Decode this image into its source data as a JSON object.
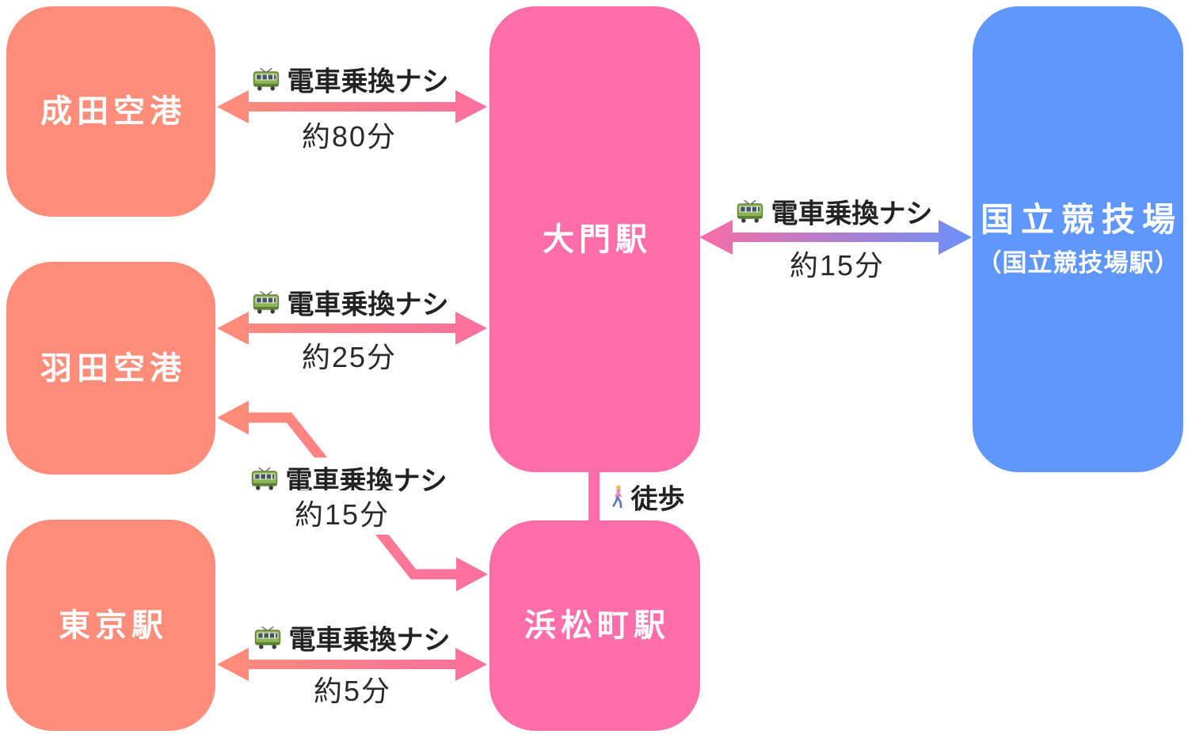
{
  "stations": {
    "narita": {
      "label": "成田空港"
    },
    "haneda": {
      "label": "羽田空港"
    },
    "tokyo": {
      "label": "東京駅"
    },
    "daimon": {
      "label": "大門駅"
    },
    "hamamatsucho": {
      "label": "浜松町駅"
    },
    "stadium": {
      "label": "国立競技場",
      "sublabel": "（国立競技場駅）"
    }
  },
  "routes": {
    "narita_daimon": {
      "method": "電車乗換ナシ",
      "time": "約80分",
      "icon": "train-icon"
    },
    "haneda_daimon": {
      "method": "電車乗換ナシ",
      "time": "約25分",
      "icon": "train-icon"
    },
    "haneda_hamamatsucho": {
      "method": "電車乗換ナシ",
      "time": "約15分",
      "icon": "train-icon"
    },
    "tokyo_hamamatsucho": {
      "method": "電車乗換ナシ",
      "time": "約5分",
      "icon": "train-icon"
    },
    "daimon_stadium": {
      "method": "電車乗換ナシ",
      "time": "約15分",
      "icon": "train-icon"
    },
    "daimon_hamamatsucho_walk": {
      "method": "徒歩",
      "icon": "walking-person-icon"
    }
  },
  "colors": {
    "airport_box": "#FF8D79",
    "station_box": "#FF6EA9",
    "stadium_box": "#6097FC",
    "arrow_gradient_start": "#FF8D79",
    "arrow_gradient_end": "#FC6F9F",
    "stadium_arrow_start": "#F76DA5",
    "stadium_arrow_end": "#6C90F8",
    "walk_connector": "#FF6EA9",
    "station_text": "#FFFFFF",
    "label_text": "#222222"
  }
}
